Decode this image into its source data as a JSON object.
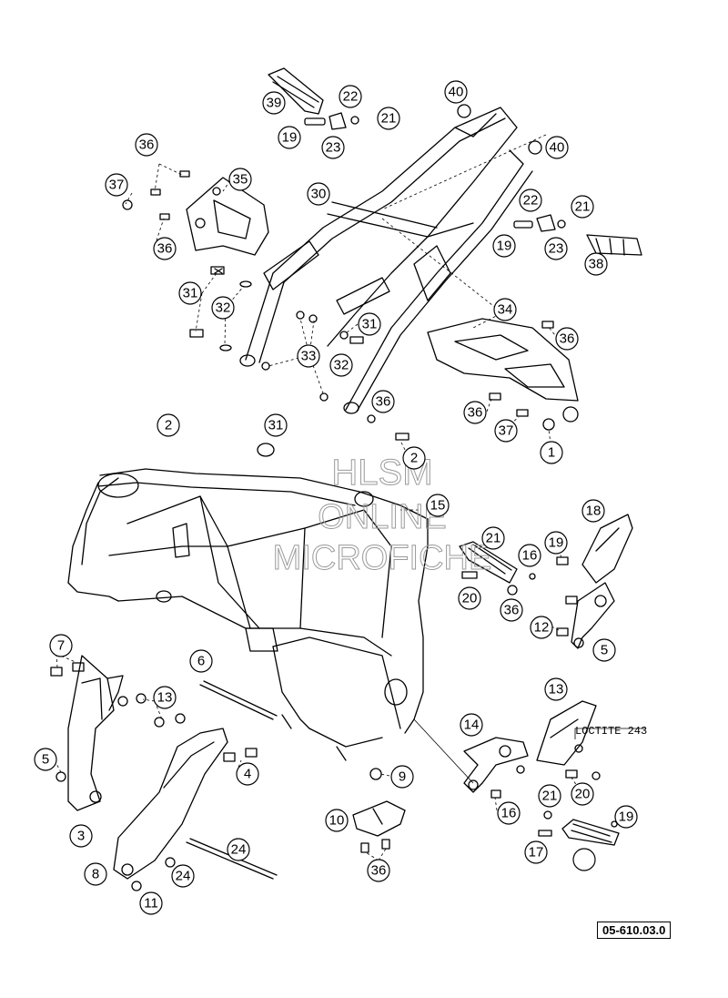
{
  "diagram": {
    "watermark": {
      "line1": "HLSM",
      "line2": "ONLINE",
      "line3": "MICROFICHE"
    },
    "note": "LOCTITE 243",
    "drawing_code": "05-610.03.0",
    "callouts": [
      "39",
      "22",
      "21",
      "19",
      "23",
      "40",
      "40",
      "36",
      "35",
      "37",
      "30",
      "36",
      "22",
      "21",
      "19",
      "23",
      "38",
      "31",
      "32",
      "33",
      "31",
      "34",
      "36",
      "32",
      "36",
      "36",
      "37",
      "1",
      "2",
      "31",
      "2",
      "15",
      "18",
      "21",
      "16",
      "19",
      "20",
      "36",
      "12",
      "5",
      "7",
      "6",
      "13",
      "5",
      "4",
      "3",
      "8",
      "24",
      "24",
      "11",
      "14",
      "13",
      "9",
      "10",
      "36",
      "16",
      "20",
      "21",
      "19",
      "17"
    ]
  }
}
